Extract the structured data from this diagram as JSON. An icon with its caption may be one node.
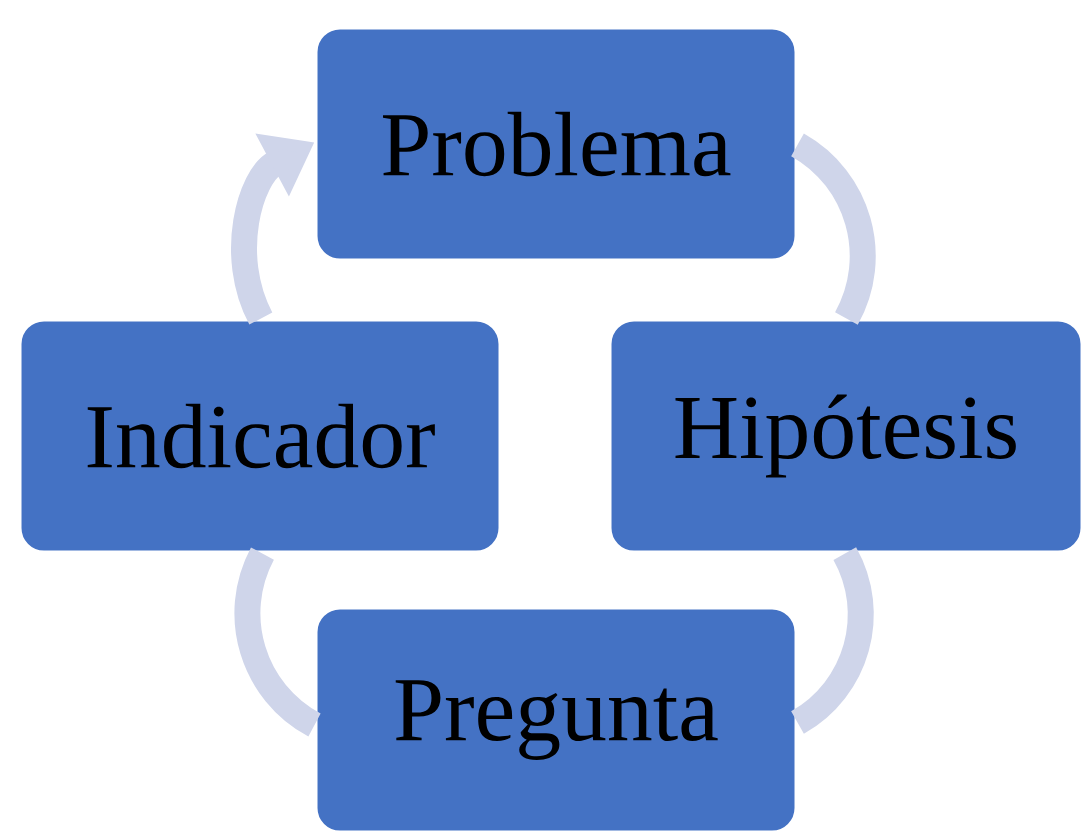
{
  "diagram": {
    "nodes": [
      {
        "text": [
          "Problema"
        ]
      },
      {
        "text": [
          "Hipótesis"
        ]
      },
      {
        "text": [
          "Pregunta"
        ]
      },
      {
        "text": [
          "Indicador"
        ]
      }
    ],
    "edges": [
      {
        "from": 0,
        "to": 1,
        "arrow": "none"
      },
      {
        "from": 1,
        "to": 2,
        "arrow": "none"
      },
      {
        "from": 2,
        "to": 3,
        "arrow": "none"
      },
      {
        "from": 3,
        "to": 0,
        "arrow": "to"
      }
    ]
  }
}
